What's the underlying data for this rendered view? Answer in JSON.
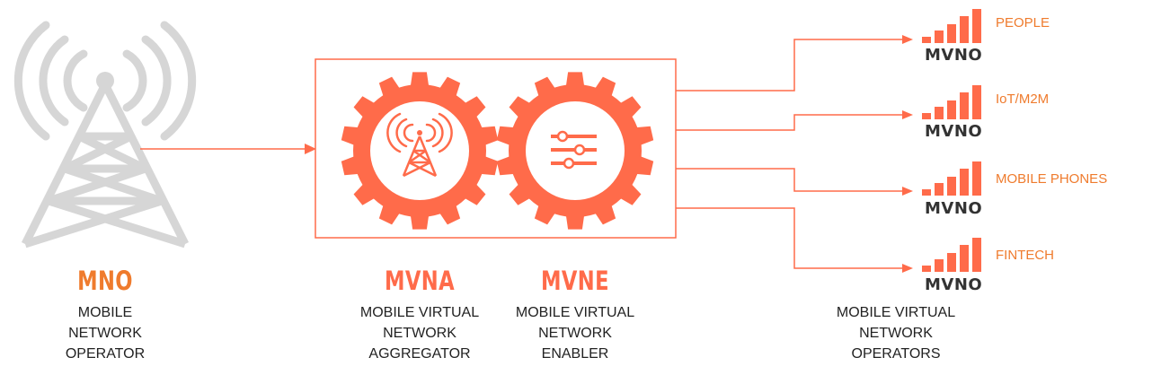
{
  "colors": {
    "accent": "#ff6b4a",
    "label_orange": "#ef7b2d",
    "tower_gray": "#d6d6d6",
    "dark_text": "#222222"
  },
  "mno": {
    "icon": "cell-tower-icon",
    "title": "MNO",
    "line1": "MOBILE",
    "line2": "NETWORK",
    "line3": "OPERATOR"
  },
  "mvna": {
    "icon": "antenna-gear-icon",
    "title": "MVNA",
    "line1": "MOBILE VIRTUAL",
    "line2": "NETWORK",
    "line3": "AGGREGATOR"
  },
  "mvne": {
    "icon": "sliders-gear-icon",
    "title": "MVNE",
    "line1": "MOBILE VIRTUAL",
    "line2": "NETWORK",
    "line3": "ENABLER"
  },
  "mvnos": [
    {
      "label": "MVNO",
      "category": "PEOPLE",
      "icon": "signal-bars-icon"
    },
    {
      "label": "MVNO",
      "category": "IoT/M2M",
      "icon": "signal-bars-icon"
    },
    {
      "label": "MVNO",
      "category": "MOBILE PHONES",
      "icon": "signal-bars-icon"
    },
    {
      "label": "MVNO",
      "category": "FINTECH",
      "icon": "signal-bars-icon"
    }
  ],
  "mvno_group": {
    "line1": "MOBILE VIRTUAL",
    "line2": "NETWORK",
    "line3": "OPERATORS"
  }
}
